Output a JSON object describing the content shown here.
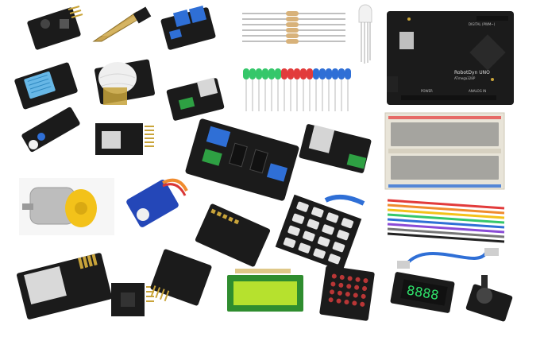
{
  "arduino": {
    "brand_text": "RobotDyn UNO",
    "subtitle_text": "ATmega328P",
    "power_label": "POWER",
    "analog_label": "ANALOG IN",
    "digital_label": "DIGITAL (PWM~)"
  },
  "segment_display": {
    "digits": "8888"
  },
  "colors": {
    "pcb_black": "#1b1b1b",
    "pcb_blue": "#1d59c4",
    "pcb_green": "#1f8a3a",
    "header_gold": "#c9a43a",
    "terminal_green": "#2ea043",
    "terminal_blue": "#2f6fd6",
    "breadboard": "#e8e4d8",
    "lcd_green": "#b6e12e",
    "servo_blue": "#2447b8",
    "motor_yellow": "#f3c21a"
  }
}
